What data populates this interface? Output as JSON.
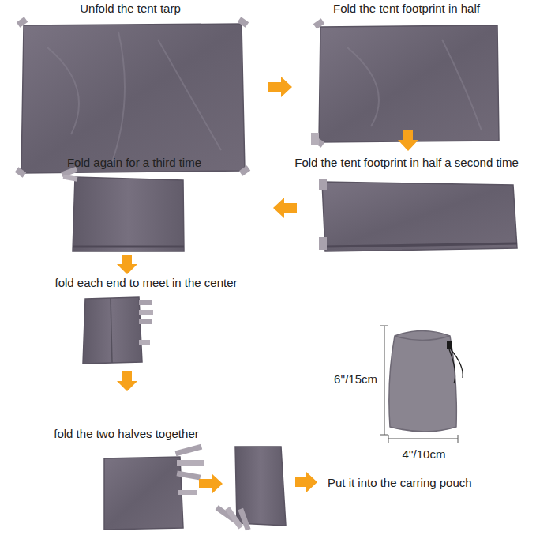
{
  "diagram": {
    "labels": [
      "Unfold the tent tarp",
      "Fold the tent footprint in half",
      "Fold again for a third time",
      "Fold the tent footprint in half a second time",
      "fold each end to meet in the center",
      "6''/15cm",
      "4''/10cm",
      "fold the two halves together",
      "Put it into the carring pouch"
    ]
  }
}
